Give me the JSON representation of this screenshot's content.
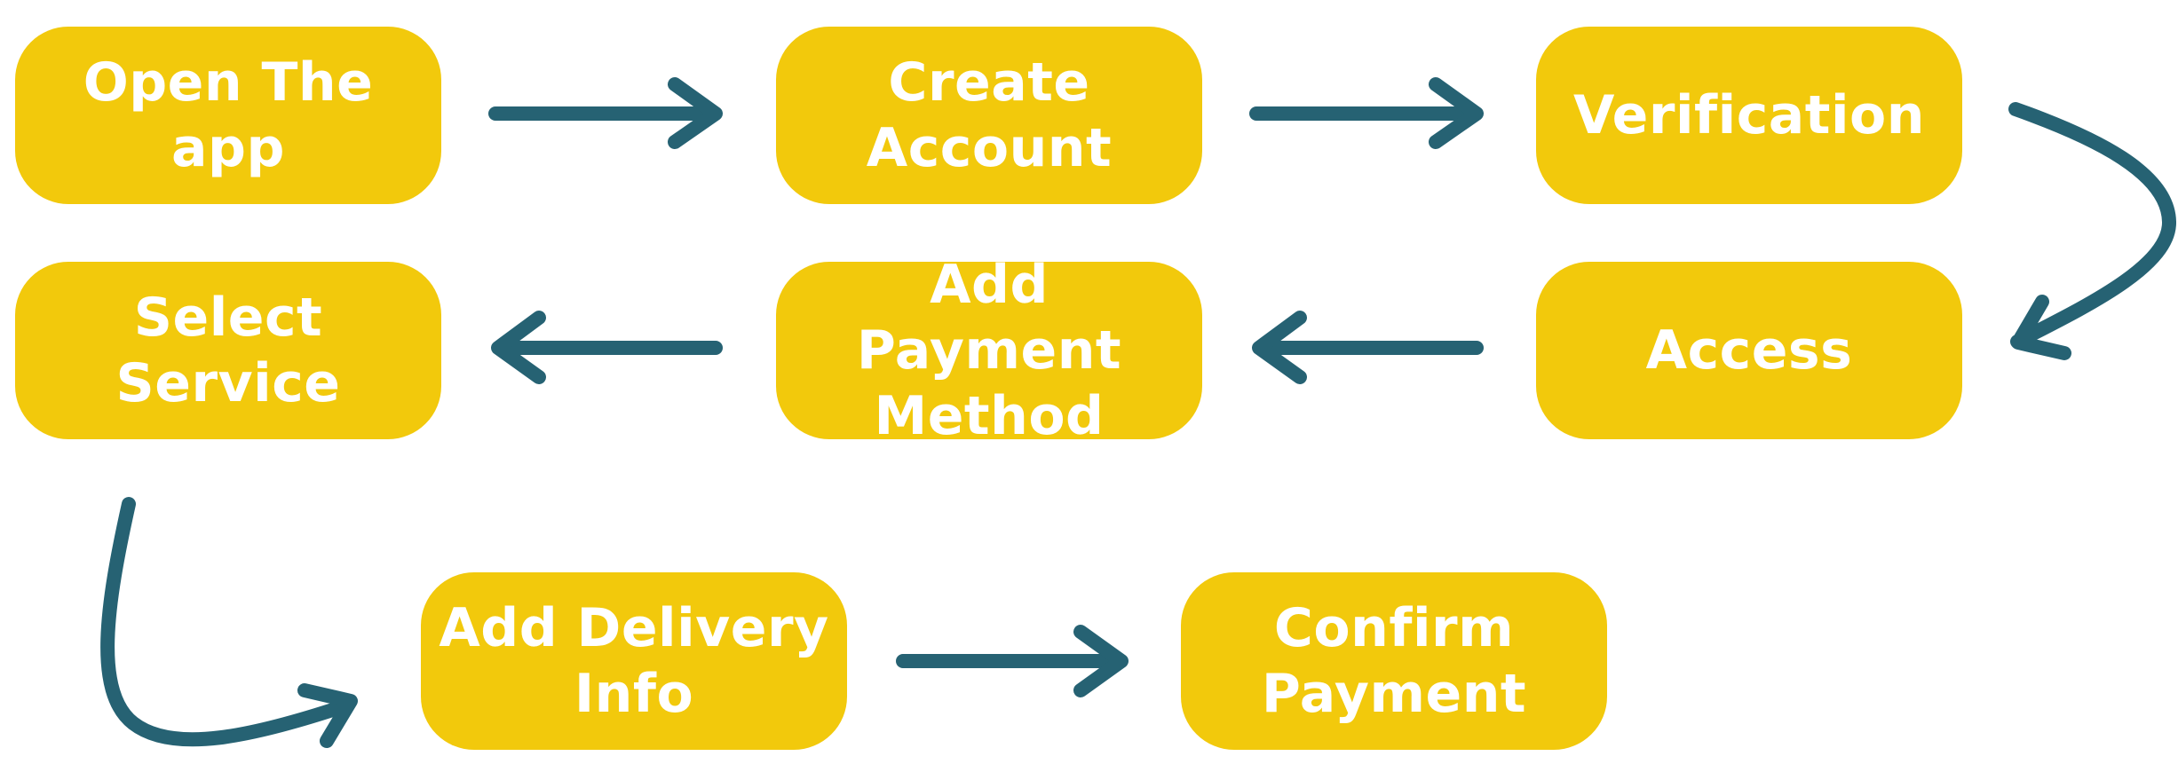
{
  "diagram": {
    "colors": {
      "node_fill": "#f2c90c",
      "node_text": "#ffffff",
      "arrow": "#266273"
    },
    "nodes": {
      "open_app": "Open The app",
      "create_account": "Create Account",
      "verification": "Verification",
      "select_service": "Select Service",
      "add_payment_method": "Add Payment Method",
      "access": "Access",
      "add_delivery_info": "Add Delivery Info",
      "confirm_payment": "Confirm Payment"
    },
    "flow": [
      "Open The app",
      "Create Account",
      "Verification",
      "Access",
      "Add Payment Method",
      "Select Service",
      "Add Delivery Info",
      "Confirm Payment"
    ]
  }
}
